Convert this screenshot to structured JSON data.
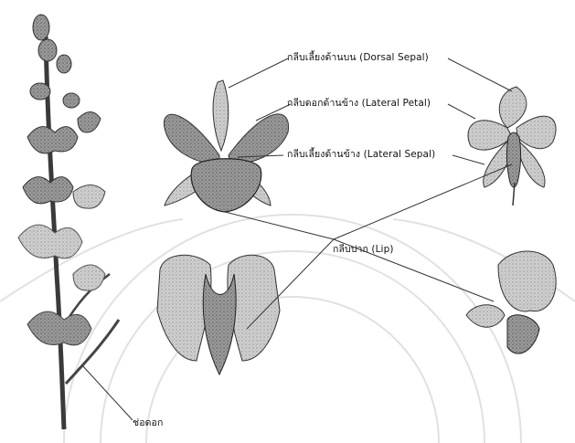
{
  "labels": {
    "dorsal_sepal": "กลีบเลี้ยงด้านบน (Dorsal Sepal)",
    "lateral_petal": "กลีบดอกด้านข้าง (Lateral Petal)",
    "lateral_sepal": "กลีบเลี้ยงด้านข้าง (Lateral Sepal)",
    "lip": "กลีบปาก (Lip)",
    "inflorescence": "ช่อดอก"
  },
  "colors": {
    "ink": "#2b2b2b",
    "petal_fill": "#8c8c8c",
    "petal_light": "#c9c9c9",
    "watermark": "#dcdcdc"
  }
}
